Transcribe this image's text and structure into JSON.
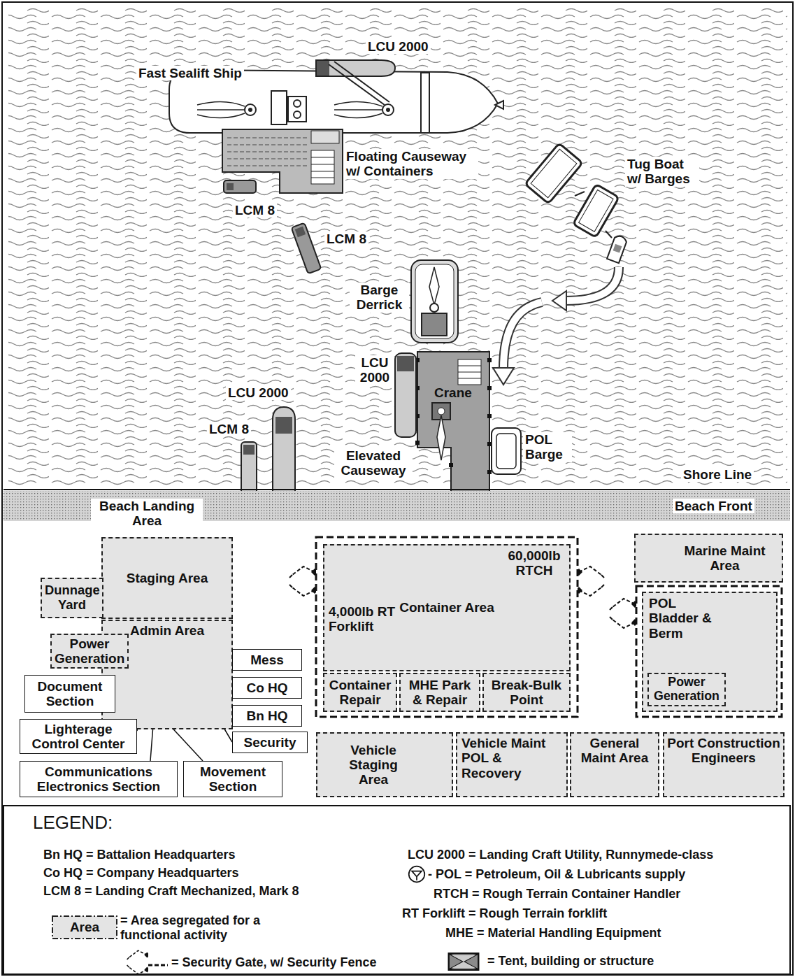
{
  "diagram": {
    "nodes": [
      {
        "text": [
          "Staging Area"
        ]
      },
      {
        "text": [
          "Dunnage Yard"
        ]
      },
      {
        "text": [
          "Admin Area"
        ]
      },
      {
        "text": [
          "Power Generation"
        ]
      },
      {
        "text": [
          "Mess"
        ]
      },
      {
        "text": [
          "Document Section"
        ]
      },
      {
        "text": [
          "Co HQ"
        ]
      },
      {
        "text": [
          "Bn HQ"
        ]
      },
      {
        "text": [
          "Lighterage Control Center"
        ]
      },
      {
        "text": [
          "Security"
        ]
      },
      {
        "text": [
          "Communications Electronics Section"
        ]
      },
      {
        "text": [
          "Movement Section"
        ]
      },
      {
        "text": [
          "60,000lb RTCH",
          "Container Area",
          "4,000lb RT Forklift"
        ]
      },
      {
        "text": [
          "Container Repair"
        ]
      },
      {
        "text": [
          "MHE Park & Repair"
        ]
      },
      {
        "text": [
          "Break-Bulk Point"
        ]
      },
      {
        "text": [
          "Marine Maint Area"
        ]
      },
      {
        "text": [
          "POL Bladder & Berm"
        ]
      },
      {
        "text": [
          "Power Generation"
        ],
        "in": 17
      },
      {
        "text": [
          "Vehicle Staging Area"
        ]
      },
      {
        "text": [
          "Vehicle Maint POL & Recovery"
        ]
      },
      {
        "text": [
          "General Maint Area"
        ]
      },
      {
        "text": [
          "Port Construction Engineers"
        ]
      }
    ],
    "labels": [
      "Fast Sealift Ship",
      "LCU 2000",
      "Floating Causeway w/ Containers",
      "Tug Boat w/ Barges",
      "LCM 8",
      "LCM 8",
      "Barge Derrick",
      "LCU 2000",
      "Crane",
      "LCU 2000",
      "LCM 8",
      "Elevated Causeway",
      "POL Barge",
      "Shore Line",
      "Beach Landing Area",
      "Beach Front",
      "LEGEND:",
      "Area"
    ],
    "legend": [
      {
        "text": "Bn HQ = Battalion Headquarters"
      },
      {
        "text": "Co HQ = Company Headquarters"
      },
      {
        "text": "LCM 8 = Landing Craft Mechanized, Mark 8"
      },
      {
        "text": "= Area segregated for a functional activity"
      },
      {
        "text": "= Security Gate, w/ Security Fence"
      },
      {
        "text": "LCU 2000 = Landing Craft Utility, Runnymede-class"
      },
      {
        "text": "- POL = Petroleum, Oil & Lubricants supply"
      },
      {
        "text": "RTCH = Rough Terrain Container Handler"
      },
      {
        "text": "RT Forklift = Rough Terrain forklift"
      },
      {
        "text": "MHE = Material Handling Equipment"
      },
      {
        "text": "= Tent, building or structure"
      }
    ]
  }
}
